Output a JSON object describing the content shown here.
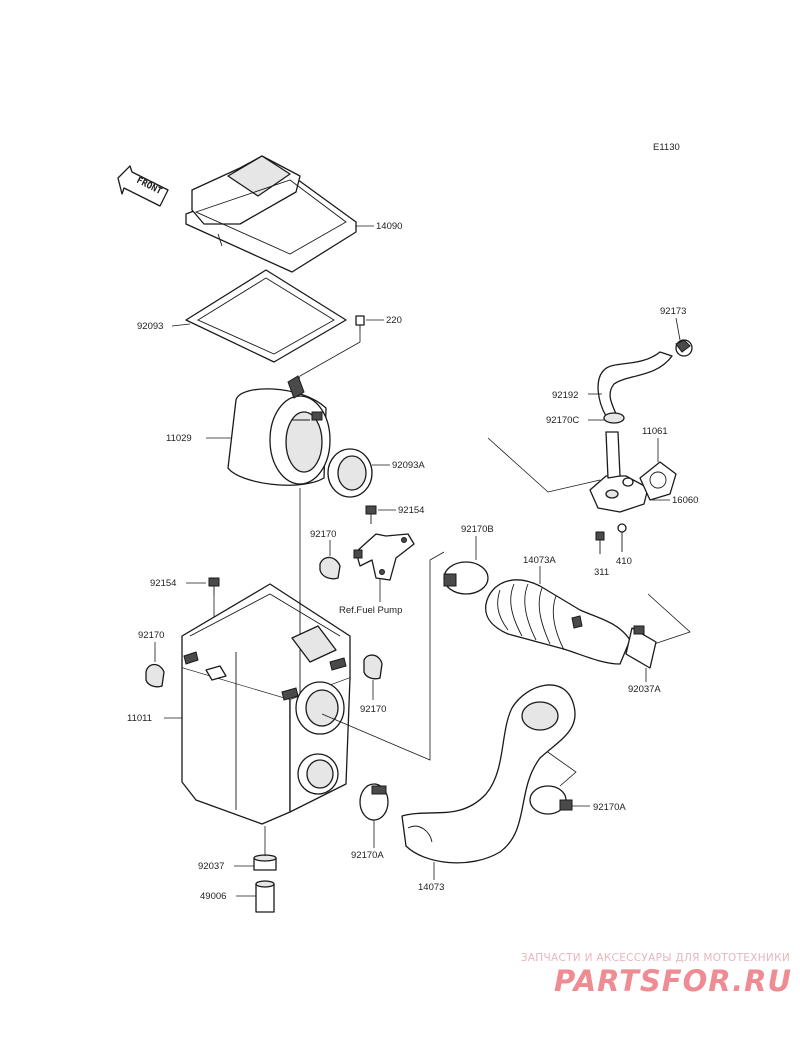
{
  "diagram_code": "E1130",
  "front_label": "FRONT",
  "callouts": {
    "c14090": "14090",
    "c92093": "92093",
    "c220": "220",
    "c11029": "11029",
    "c92093A": "92093A",
    "c92154a": "92154",
    "c92170a": "92170",
    "c92154b": "92154",
    "c92170b": "92170",
    "c92170c": "92170",
    "c11011": "11011",
    "c92037": "92037",
    "c49006": "49006",
    "c92170A1": "92170A",
    "c14073": "14073",
    "c92170A2": "92170A",
    "c92170B": "92170B",
    "c14073A": "14073A",
    "c92037A": "92037A",
    "c92173": "92173",
    "c92192": "92192",
    "c92170C": "92170C",
    "c11061": "11061",
    "c16060": "16060",
    "c311": "311",
    "c410": "410",
    "ref_fuel_pump": "Ref.Fuel Pump"
  },
  "watermark": {
    "line1": "ЗАПЧАСТИ И АКСЕССУАРЫ ДЛЯ МОТОТЕХНИКИ",
    "line2": "PARTSFOR.RU"
  }
}
